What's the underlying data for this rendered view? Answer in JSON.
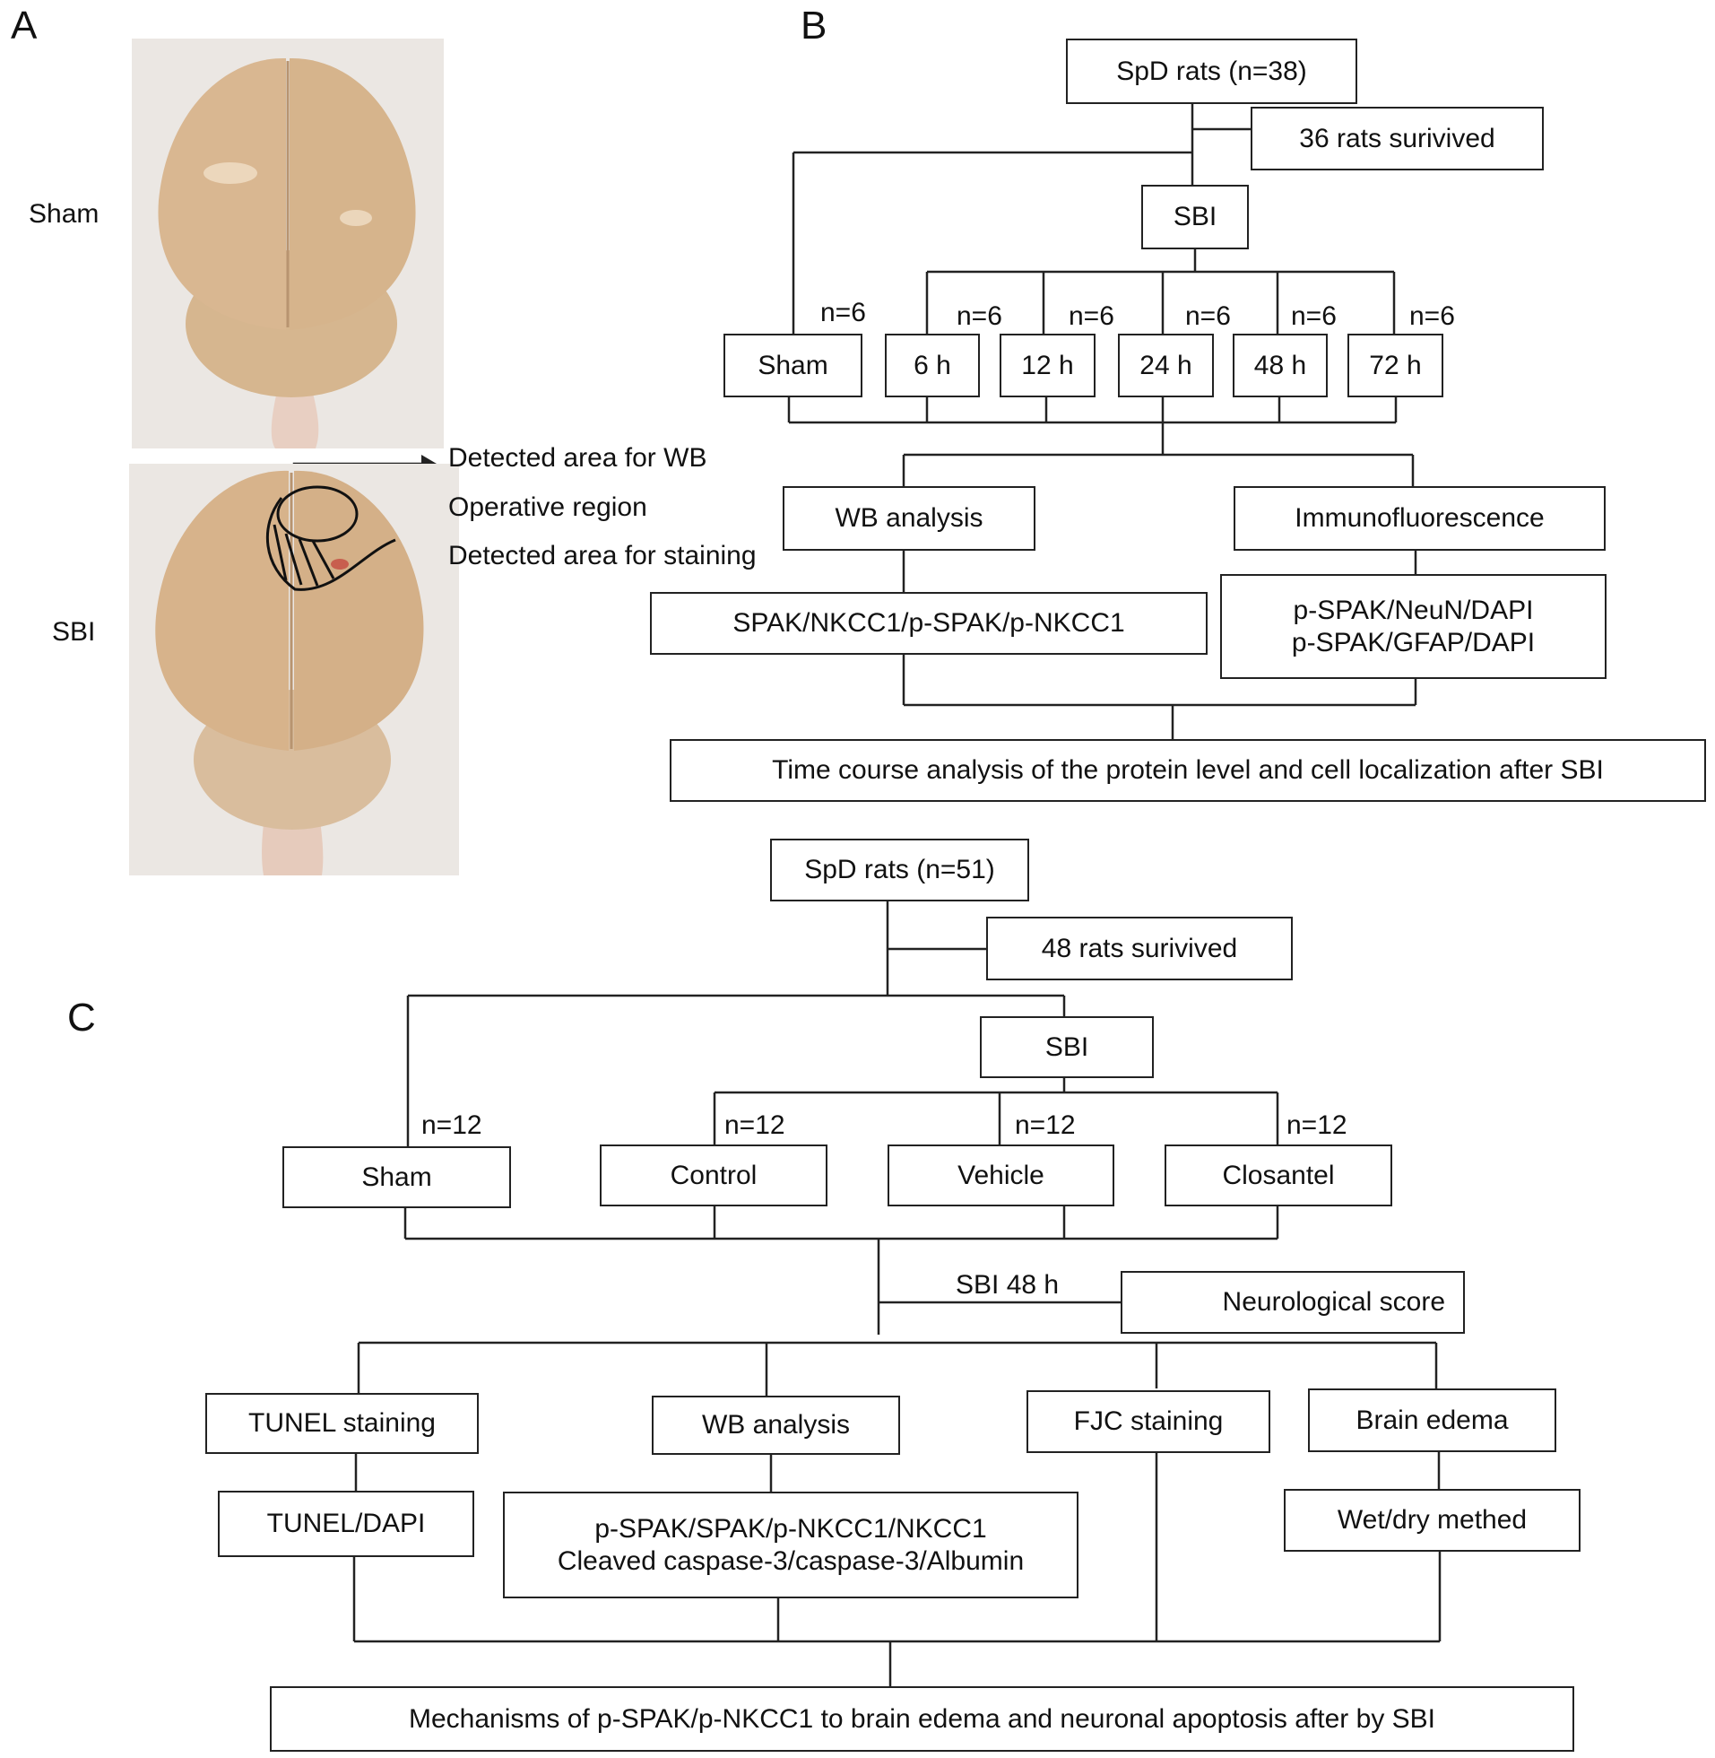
{
  "panels": {
    "a": "A",
    "b": "B",
    "c": "C"
  },
  "panel_a": {
    "sham_label": "Sham",
    "sbi_label": "SBI",
    "annotations": [
      "Detected area for WB",
      "Operative region",
      "Detected area for staining"
    ]
  },
  "panel_b": {
    "top": "SpD rats (n=38)",
    "survived": "36 rats surivived",
    "sbi": "SBI",
    "groups": [
      "Sham",
      "6 h",
      "12 h",
      "24 h",
      "48 h",
      "72 h"
    ],
    "group_n": [
      "n=6",
      "n=6",
      "n=6",
      "n=6",
      "n=6",
      "n=6"
    ],
    "wb": "WB analysis",
    "if": "Immunofluorescence",
    "wb_targets": "SPAK/NKCC1/p-SPAK/p-NKCC1",
    "if_targets_1": "p-SPAK/NeuN/DAPI",
    "if_targets_2": "p-SPAK/GFAP/DAPI",
    "conclusion": "Time course analysis of the protein level and cell localization after SBI"
  },
  "panel_c": {
    "top": "SpD rats (n=51)",
    "survived": "48 rats surivived",
    "sbi": "SBI",
    "groups": [
      "Sham",
      "Control",
      "Vehicle",
      "Closantel"
    ],
    "group_n": [
      "n=12",
      "n=12",
      "n=12",
      "n=12"
    ],
    "timepoint": "SBI 48 h",
    "neuro": "Neurological score",
    "tunel": "TUNEL staining",
    "wb": "WB analysis",
    "fjc": "FJC staining",
    "edema": "Brain edema",
    "tunel_dapi": "TUNEL/DAPI",
    "wb_targets_1": "p-SPAK/SPAK/p-NKCC1/NKCC1",
    "wb_targets_2": "Cleaved caspase-3/caspase-3/Albumin",
    "wetdry": "Wet/dry methed",
    "conclusion": "Mechanisms of p-SPAK/p-NKCC1 to brain edema and neuronal apoptosis after by SBI"
  }
}
